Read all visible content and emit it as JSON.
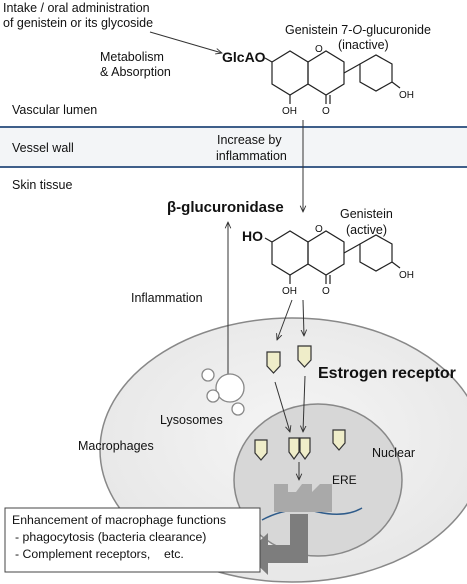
{
  "intro": {
    "line1": "Intake / oral administration",
    "line2": "of genistein or its glycoside"
  },
  "metabolism": {
    "line1": "Metabolism",
    "line2": "& Absorption"
  },
  "glucuronide": {
    "name_prefix": "Genistein 7-",
    "name_italic": "O",
    "name_suffix": "-glucuronide",
    "status": "(inactive)",
    "substituent": "GlcAO"
  },
  "regions": {
    "lumen": "Vascular lumen",
    "wall": "Vessel wall",
    "skin": "Skin tissue"
  },
  "increase": {
    "line1": "Increase by",
    "line2": "inflammation"
  },
  "enzyme": "β-glucuronidase",
  "genistein": {
    "name": "Genistein",
    "status": "(active)",
    "substituent": "HO"
  },
  "molecule_atoms": {
    "oh": "OH",
    "o": "O"
  },
  "inflammation": "Inflammation",
  "estrogen_receptor": "Estrogen receptor",
  "lysosomes": "Lysosomes",
  "macrophages": "Macrophages",
  "nuclear": "Nuclear",
  "ere": "ERE",
  "box": {
    "title": "Enhancement of macrophage functions",
    "item1": "- phagocytosis (bacteria clearance)",
    "item2": "- Complement receptors,    etc."
  }
}
